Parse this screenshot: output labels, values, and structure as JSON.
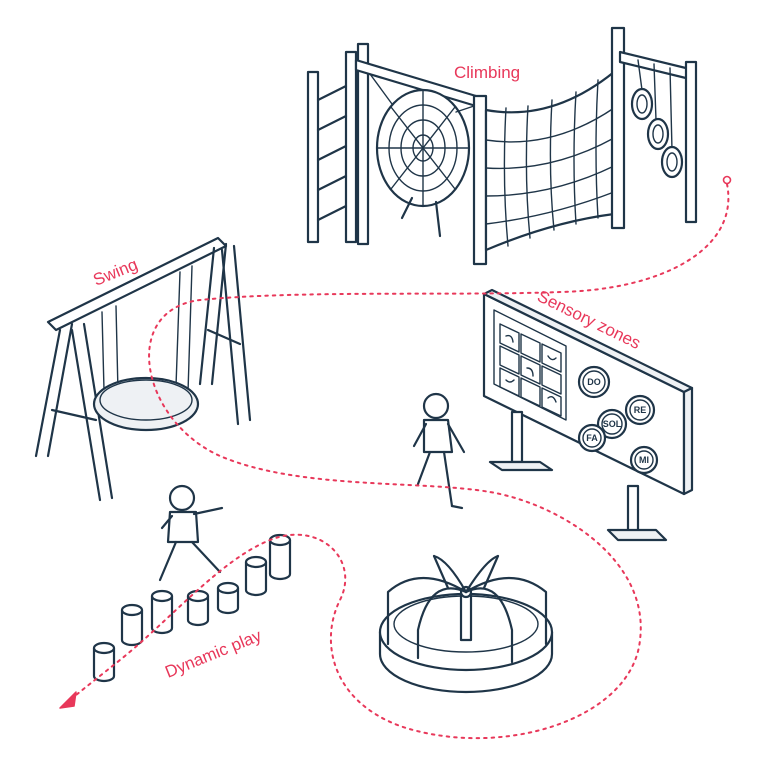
{
  "labels": {
    "climbing": "Climbing",
    "swing": "Swing",
    "sensory": "Sensory zones",
    "dynamic": "Dynamic play"
  },
  "notes": {
    "do": "DO",
    "re": "RE",
    "sol": "SOL",
    "fa": "FA",
    "mi": "MI"
  },
  "colors": {
    "ink": "#1f3548",
    "accent": "#e8385a"
  }
}
